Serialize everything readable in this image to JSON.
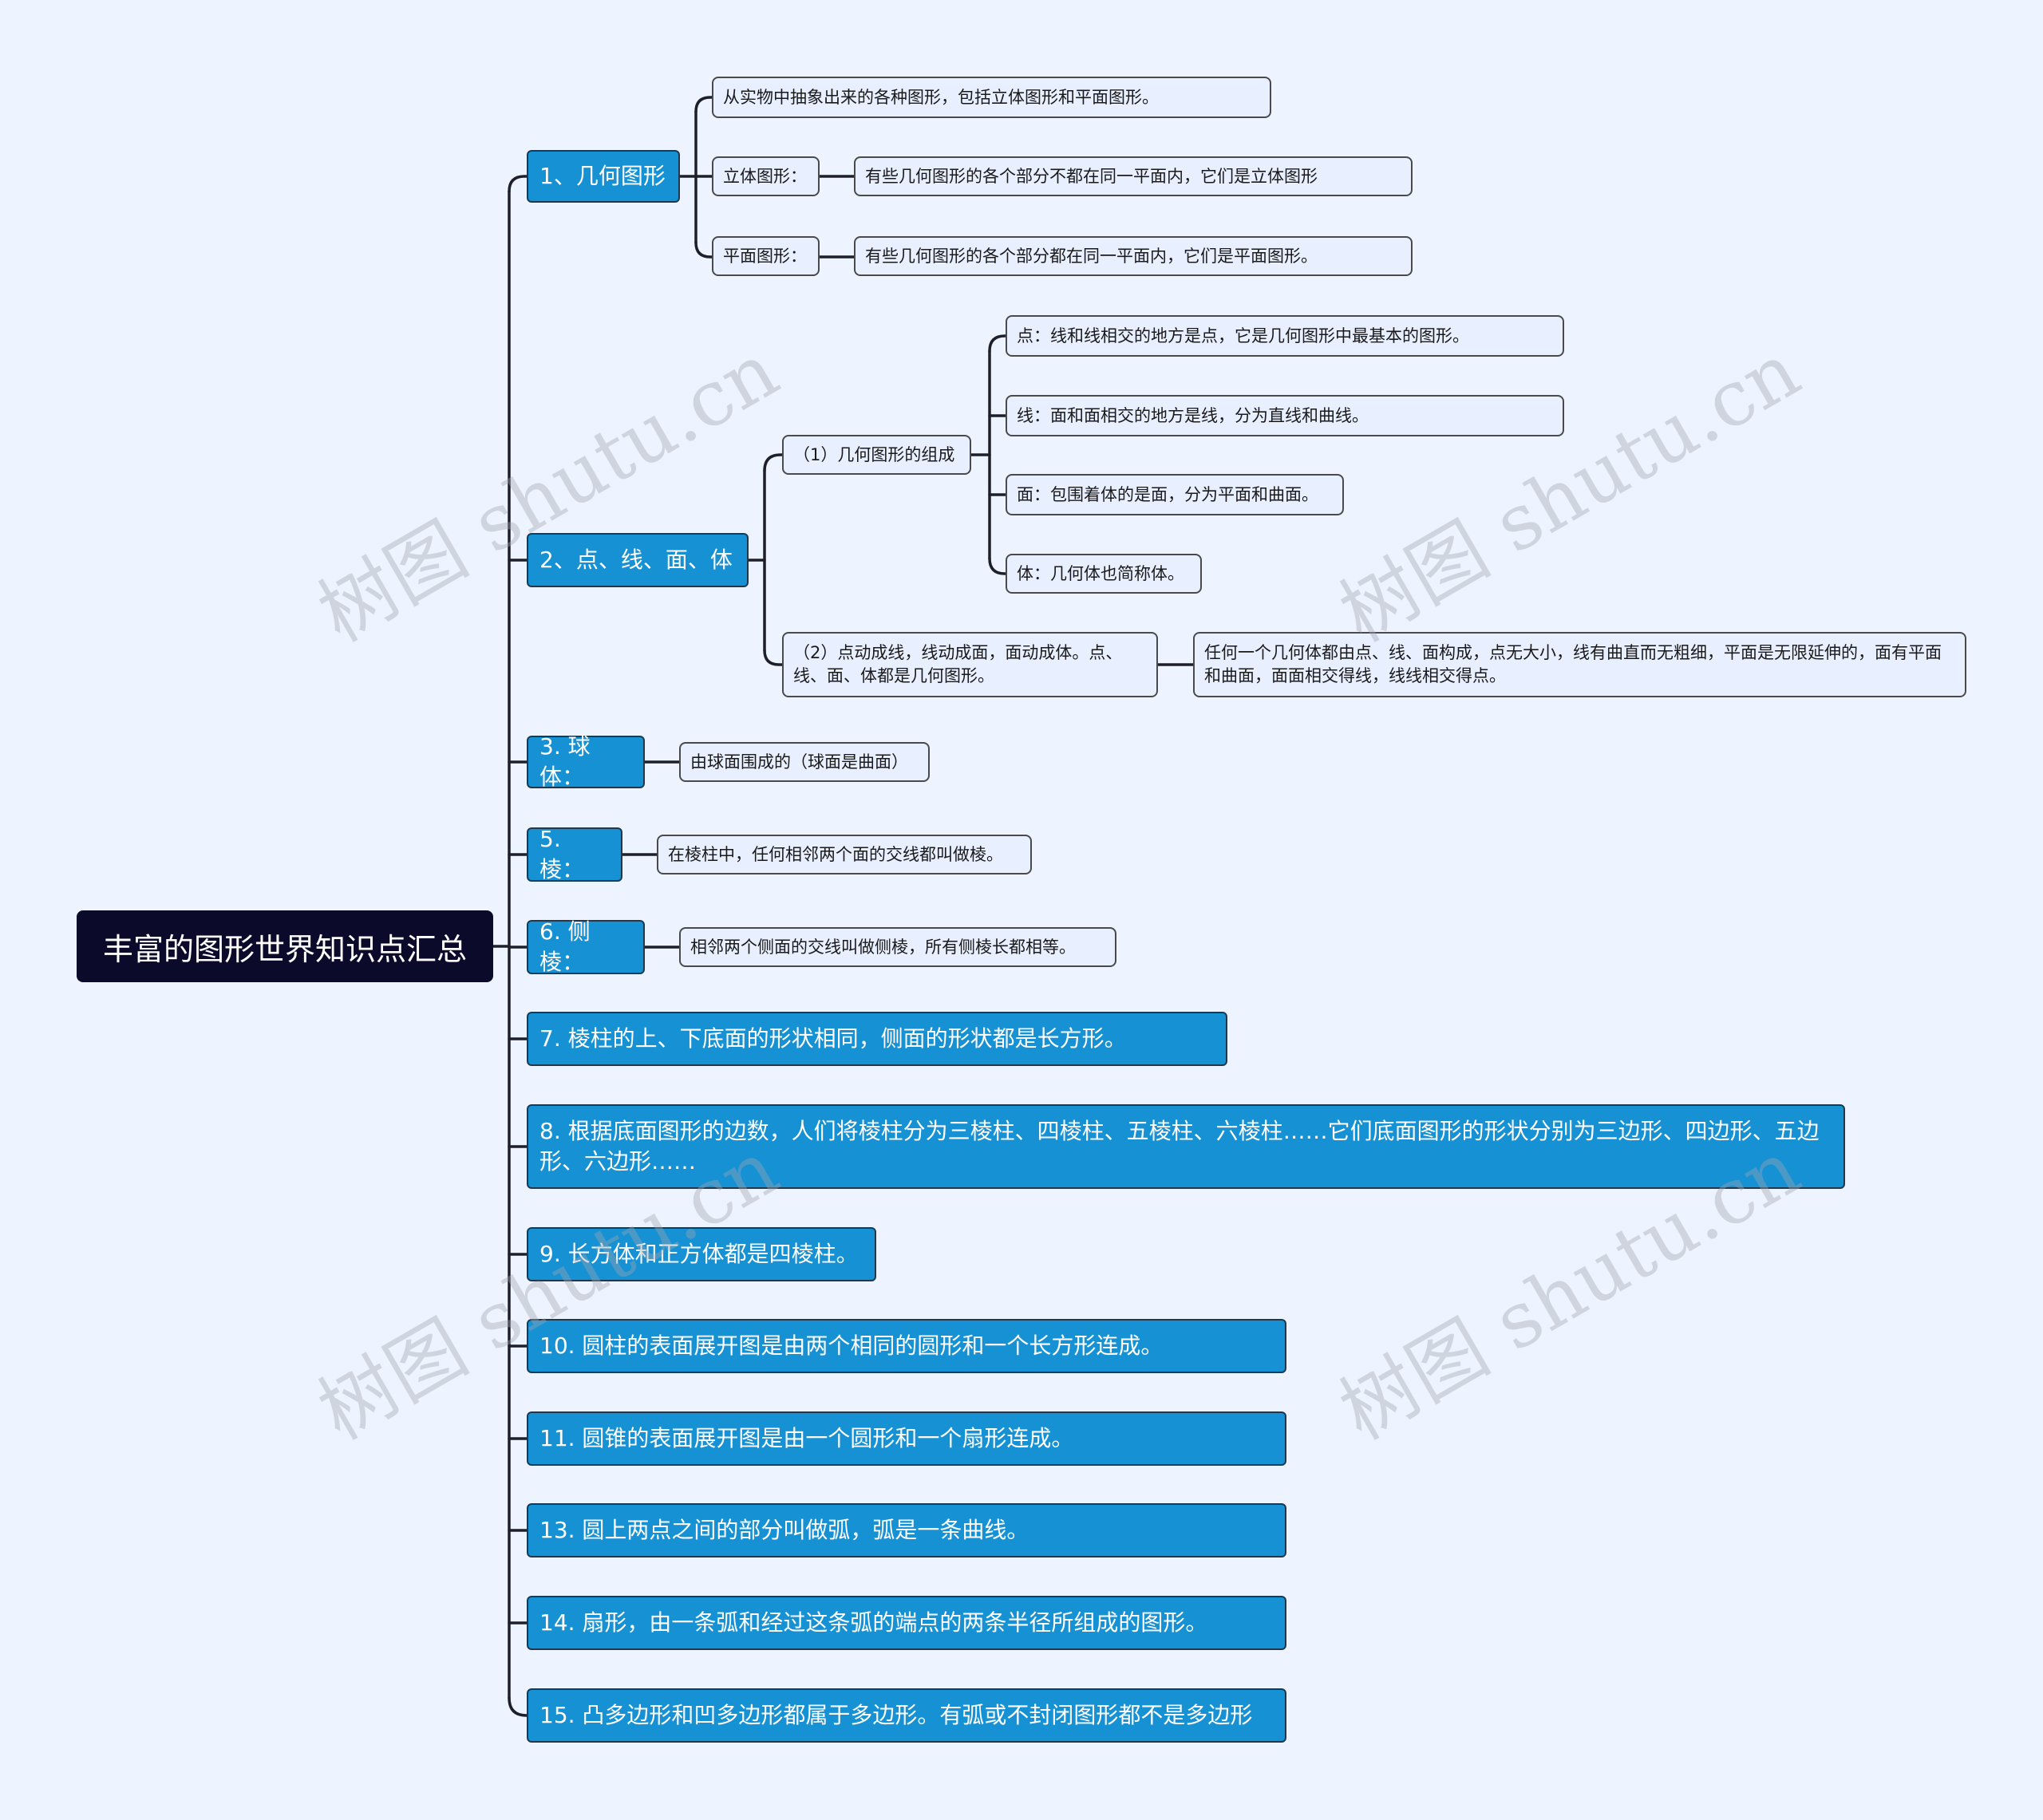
{
  "root": {
    "label": "丰富的图形世界知识点汇总"
  },
  "branches": {
    "b1": "1、几何图形",
    "b2": "2、点、线、面、体",
    "b3": "3. 球体：",
    "b5": "5. 棱：",
    "b6": "6. 侧棱：",
    "b7": "7. 棱柱的上、下底面的形状相同，侧面的形状都是长方形。",
    "b8": "8. 根据底面图形的边数，人们将棱柱分为三棱柱、四棱柱、五棱柱、六棱柱……它们底面图形的形状分别为三边形、四边形、五边形、六边形……",
    "b9": "9. 长方体和正方体都是四棱柱。",
    "b10": "10. 圆柱的表面展开图是由两个相同的圆形和一个长方形连成。",
    "b11": "11. 圆锥的表面展开图是由一个圆形和一个扇形连成。",
    "b13": "13. 圆上两点之间的部分叫做弧，弧是一条曲线。",
    "b14": "14. 扇形，由一条弧和经过这条弧的端点的两条半径所组成的图形。",
    "b15": "15. 凸多边形和凹多边形都属于多边形。有弧或不封闭图形都不是多边形"
  },
  "leaves": {
    "b1_def": "从实物中抽象出来的各种图形，包括立体图形和平面图形。",
    "b1_solid": "立体图形：",
    "b1_solid_def": "有些几何图形的各个部分不都在同一平面内，它们是立体图形",
    "b1_plane": "平面图形：",
    "b1_plane_def": "有些几何图形的各个部分都在同一平面内，它们是平面图形。",
    "b2_comp": "（1）几何图形的组成",
    "b2_point": "点：线和线相交的地方是点，它是几何图形中最基本的图形。",
    "b2_line": "线：面和面相交的地方是线，分为直线和曲线。",
    "b2_face": "面：包围着体的是面，分为平面和曲面。",
    "b2_body": "体：几何体也简称体。",
    "b2_motion": "（2）点动成线，线动成面，面动成体。点、线、面、体都是几何图形。",
    "b2_motion_def": "任何一个几何体都由点、线、面构成，点无大小，线有曲直而无粗细，平面是无限延伸的，面有平面和曲面，面面相交得线，线线相交得点。",
    "b3_def": "由球面围成的（球面是曲面）",
    "b5_def": "在棱柱中，任何相邻两个面的交线都叫做棱。",
    "b6_def": "相邻两个侧面的交线叫做侧棱，所有侧棱长都相等。"
  },
  "watermark": "树图 shutu.cn",
  "colors": {
    "background": "#eef4ff",
    "root": "#0b0a2b",
    "branch": "#1591d4",
    "leaf": "#e8efff",
    "line": "#1f1f2a"
  }
}
